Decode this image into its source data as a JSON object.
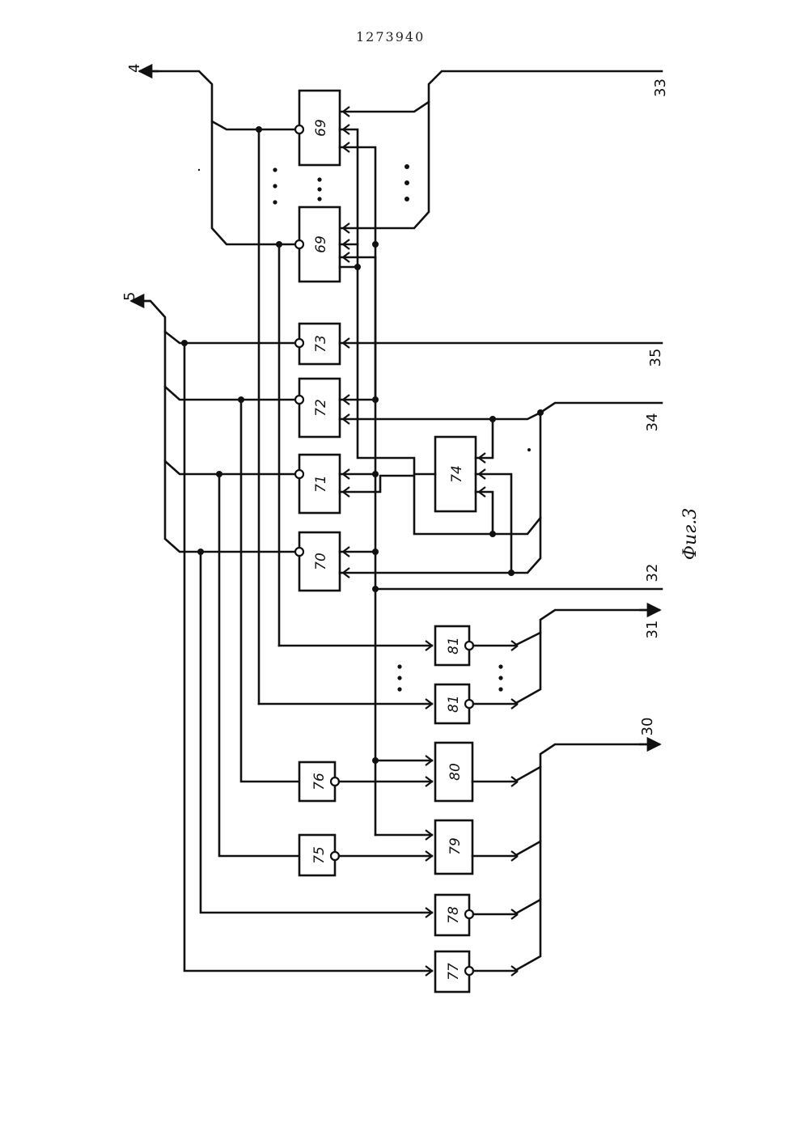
{
  "patent_number": "1273940",
  "figure_caption": "Фиг.3",
  "blocks": {
    "b69a": "69",
    "b69b": "69",
    "b73": "73",
    "b72": "72",
    "b71": "71",
    "b70": "70",
    "b74": "74",
    "b81a": "81",
    "b81b": "81",
    "b80": "80",
    "b76": "76",
    "b79": "79",
    "b75": "75",
    "b78": "78",
    "b77": "77"
  },
  "ports": {
    "p4": "4",
    "p5": "5",
    "p33": "33",
    "p35": "35",
    "p34": "34",
    "p32": "32",
    "p31": "31",
    "p30": "30"
  }
}
